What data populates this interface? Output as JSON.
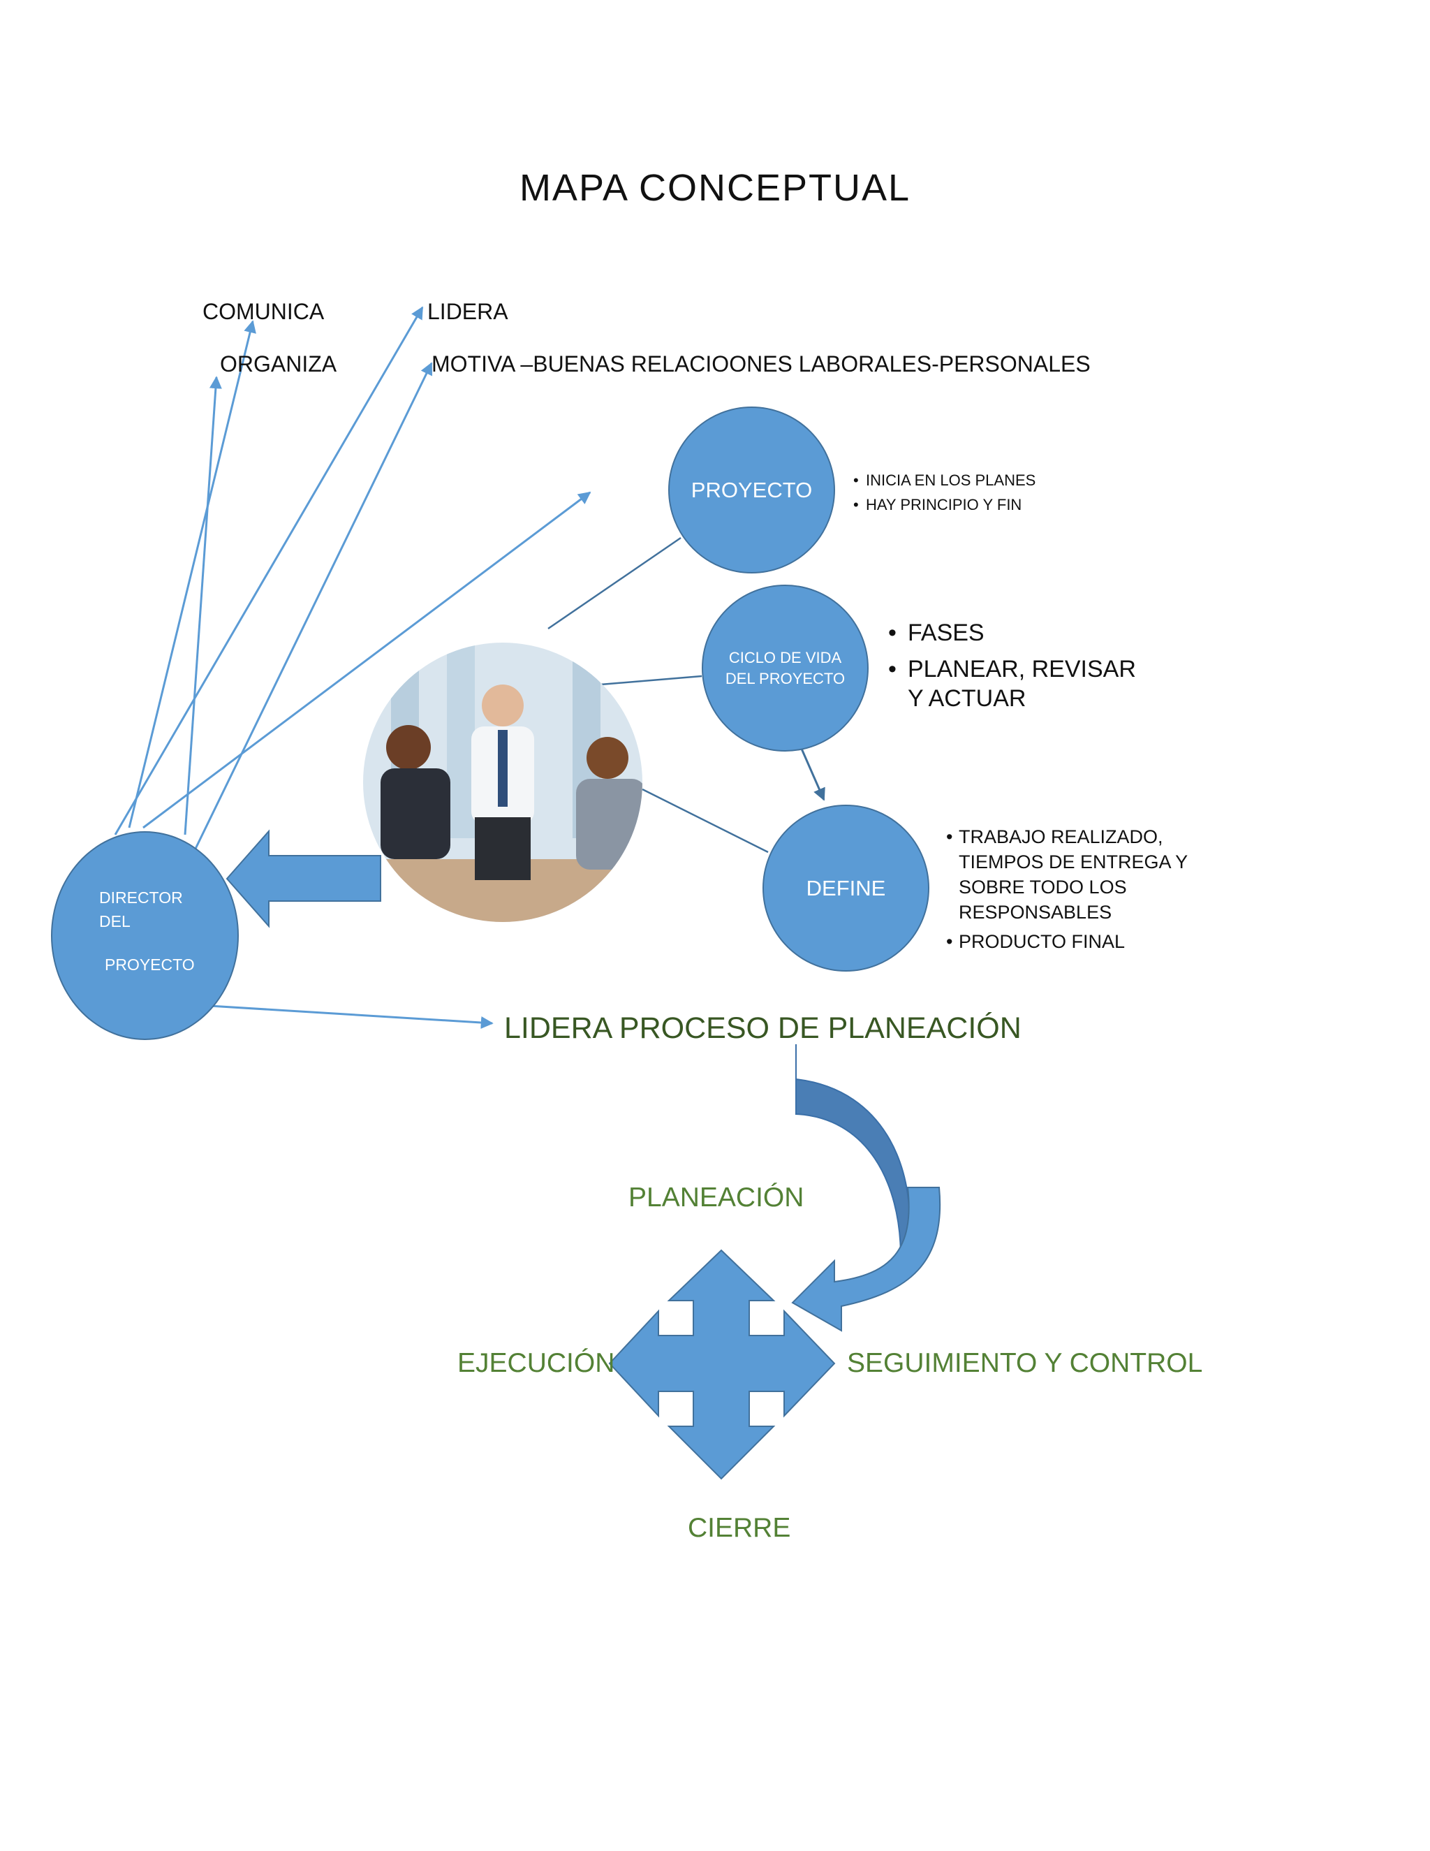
{
  "title": "MAPA  CONCEPTUAL",
  "top_labels": {
    "comunica": "COMUNICA",
    "organiza": "ORGANIZA",
    "lidera": "LIDERA",
    "motiva": "MOTIVA –BUENAS RELACIOONES LABORALES-PERSONALES"
  },
  "nodes": {
    "director": {
      "line1": "DIRECTOR",
      "line2": "DEL",
      "line3": "PROYECTO"
    },
    "proyecto": {
      "label": "PROYECTO",
      "bullets": [
        "INICIA EN LOS PLANES",
        "HAY PRINCIPIO Y FIN"
      ]
    },
    "ciclo": {
      "line1": "CICLO DE VIDA",
      "line2": "DEL PROYECTO",
      "bullets": [
        "FASES",
        "PLANEAR, REVISAR Y ACTUAR"
      ]
    },
    "define": {
      "label": "DEFINE",
      "bullets": [
        "TRABAJO  REALIZADO, TIEMPOS DE ENTREGA  Y SOBRE TODO LOS RESPONSABLES",
        "PRODUCTO  FINAL"
      ]
    }
  },
  "process": {
    "header": "LIDERA PROCESO  DE PLANEACIÓN",
    "planeacion": "PLANEACIÓN",
    "ejecucion": "EJECUCIÓN",
    "seguimiento": "SEGUIMIENTO Y CONTROL",
    "cierre": "CIERRE"
  },
  "colors": {
    "node_fill": "#5b9bd5",
    "node_border": "#41719c",
    "arrow": "#5b9bd5",
    "connector": "#41719c",
    "process_text": "#538135",
    "curved_arrow": "#3a6fa8"
  },
  "image": {
    "subject": "business meeting photo"
  }
}
